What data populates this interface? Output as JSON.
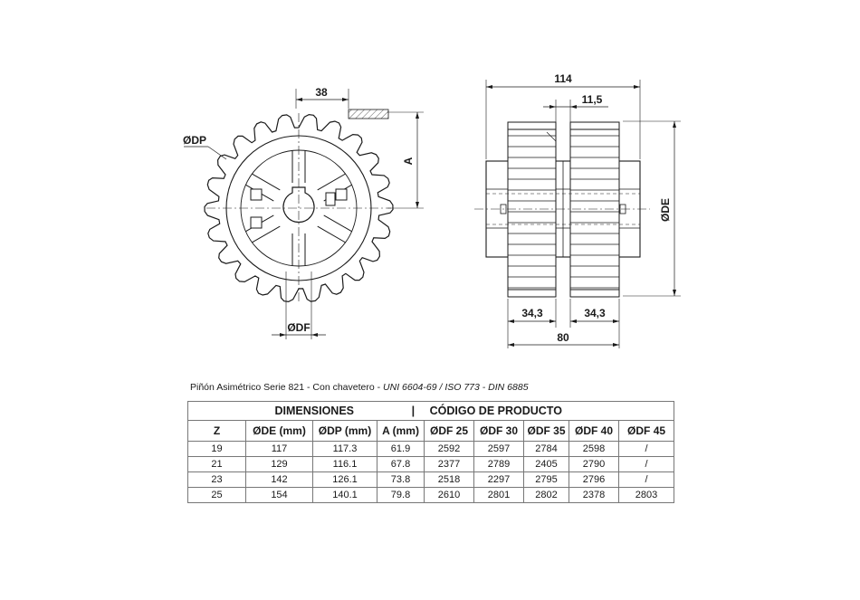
{
  "drawing": {
    "front_view": {
      "dim_38": "38",
      "label_dp": "ØDP",
      "label_a": "A",
      "label_df": "ØDF"
    },
    "side_view": {
      "dim_114": "114",
      "dim_11_5": "11,5",
      "label_de": "ØDE",
      "dim_34_3_left": "34,3",
      "dim_34_3_right": "34,3",
      "dim_80": "80"
    }
  },
  "caption": {
    "plain": "Piñón Asimétrico Serie 821 - Con chavetero - ",
    "italic": "UNI 6604-69 / ISO 773 - DIN 6885"
  },
  "table": {
    "group_dimensions": "DIMENSIONES",
    "group_separator": "|",
    "group_codes": "CÓDIGO DE PRODUCTO",
    "headers": [
      "Z",
      "ØDE (mm)",
      "ØDP (mm)",
      "A (mm)",
      "ØDF 25",
      "ØDF 30",
      "ØDF 35",
      "ØDF 40",
      "ØDF 45"
    ],
    "rows": [
      [
        "19",
        "117",
        "117.3",
        "61.9",
        "2592",
        "2597",
        "2784",
        "2598",
        "/"
      ],
      [
        "21",
        "129",
        "116.1",
        "67.8",
        "2377",
        "2789",
        "2405",
        "2790",
        "/"
      ],
      [
        "23",
        "142",
        "126.1",
        "73.8",
        "2518",
        "2297",
        "2795",
        "2796",
        "/"
      ],
      [
        "25",
        "154",
        "140.1",
        "79.8",
        "2610",
        "2801",
        "2802",
        "2378",
        "2803"
      ]
    ]
  }
}
